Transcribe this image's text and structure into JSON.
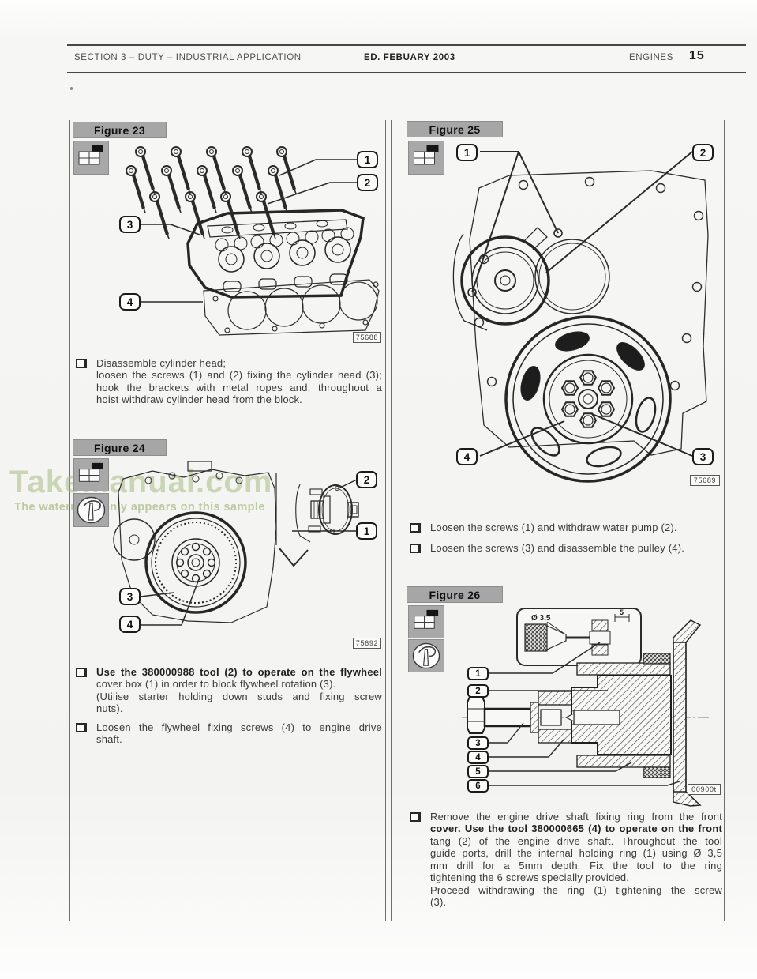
{
  "header": {
    "section": "SECTION 3 – DUTY – INDUSTRIAL APPLICATION",
    "edition": "ED. FEBUARY 2003",
    "engines": "ENGINES",
    "page_number": "15"
  },
  "watermark": {
    "title": "TakeManual.com",
    "subtitle": "The watermark only appears on this sample"
  },
  "colors": {
    "bar_gray": "#a6a6a6",
    "ink": "#2a2a2a",
    "watermark_green": "#a6bc84",
    "page_bg": "#f5f5f3"
  },
  "figure23": {
    "title": "Figure 23",
    "ref": "75688",
    "callout_1": "1",
    "callout_2": "2",
    "callout_3": "3",
    "callout_4": "4"
  },
  "figure24": {
    "title": "Figure 24",
    "ref": "75692",
    "callout_1": "1",
    "callout_2": "2",
    "callout_3": "3",
    "callout_4": "4"
  },
  "figure25": {
    "title": "Figure 25",
    "ref": "75689",
    "callout_1": "1",
    "callout_2": "2",
    "callout_3": "3",
    "callout_4": "4"
  },
  "figure26": {
    "title": "Figure 26",
    "ref": "00900t",
    "callout_1": "1",
    "callout_2": "2",
    "callout_3": "3",
    "callout_4": "4",
    "callout_5": "5",
    "callout_6": "6",
    "dim_diameter": "Ø 3,5",
    "dim_depth": "5"
  },
  "left_column": {
    "item1": {
      "lines": [
        "Disassemble cylinder head;",
        "loosen the screws (1) and (2) fixing the cylinder head (3);",
        "hook the brackets with metal ropes and, throughout a",
        "hoist withdraw cylinder head from the block."
      ]
    },
    "item2": {
      "lines": [
        "Use the 380000988 tool (2)  to operate on the flywheel",
        "cover box (1) in order to block flywheel rotation (3).",
        "(Utilise starter holding down studs and fixing screw",
        "nuts)."
      ]
    },
    "item3": {
      "lines": [
        "Loosen the flywheel fixing screws (4) to engine drive",
        "shaft."
      ]
    }
  },
  "right_column": {
    "item1": {
      "lines": [
        "Loosen the screws (1) and withdraw water pump (2)."
      ]
    },
    "item2": {
      "lines": [
        "Loosen the screws (3) and disassemble the pulley (4)."
      ]
    },
    "item3": {
      "lines": [
        "Remove the engine drive shaft fixing ring from the front",
        "cover. Use the tool 380000665 (4) to operate on the front",
        "tang (2) of the engine drive shaft. Throughout the tool",
        "guide ports, drill the internal holding ring (1) using Ø 3,5",
        "mm drill for a 5mm depth. Fix the tool to the ring",
        "tightening the 6 screws specially provided.",
        "Proceed withdrawing the ring (1) tightening the screw",
        "(3)."
      ]
    }
  }
}
